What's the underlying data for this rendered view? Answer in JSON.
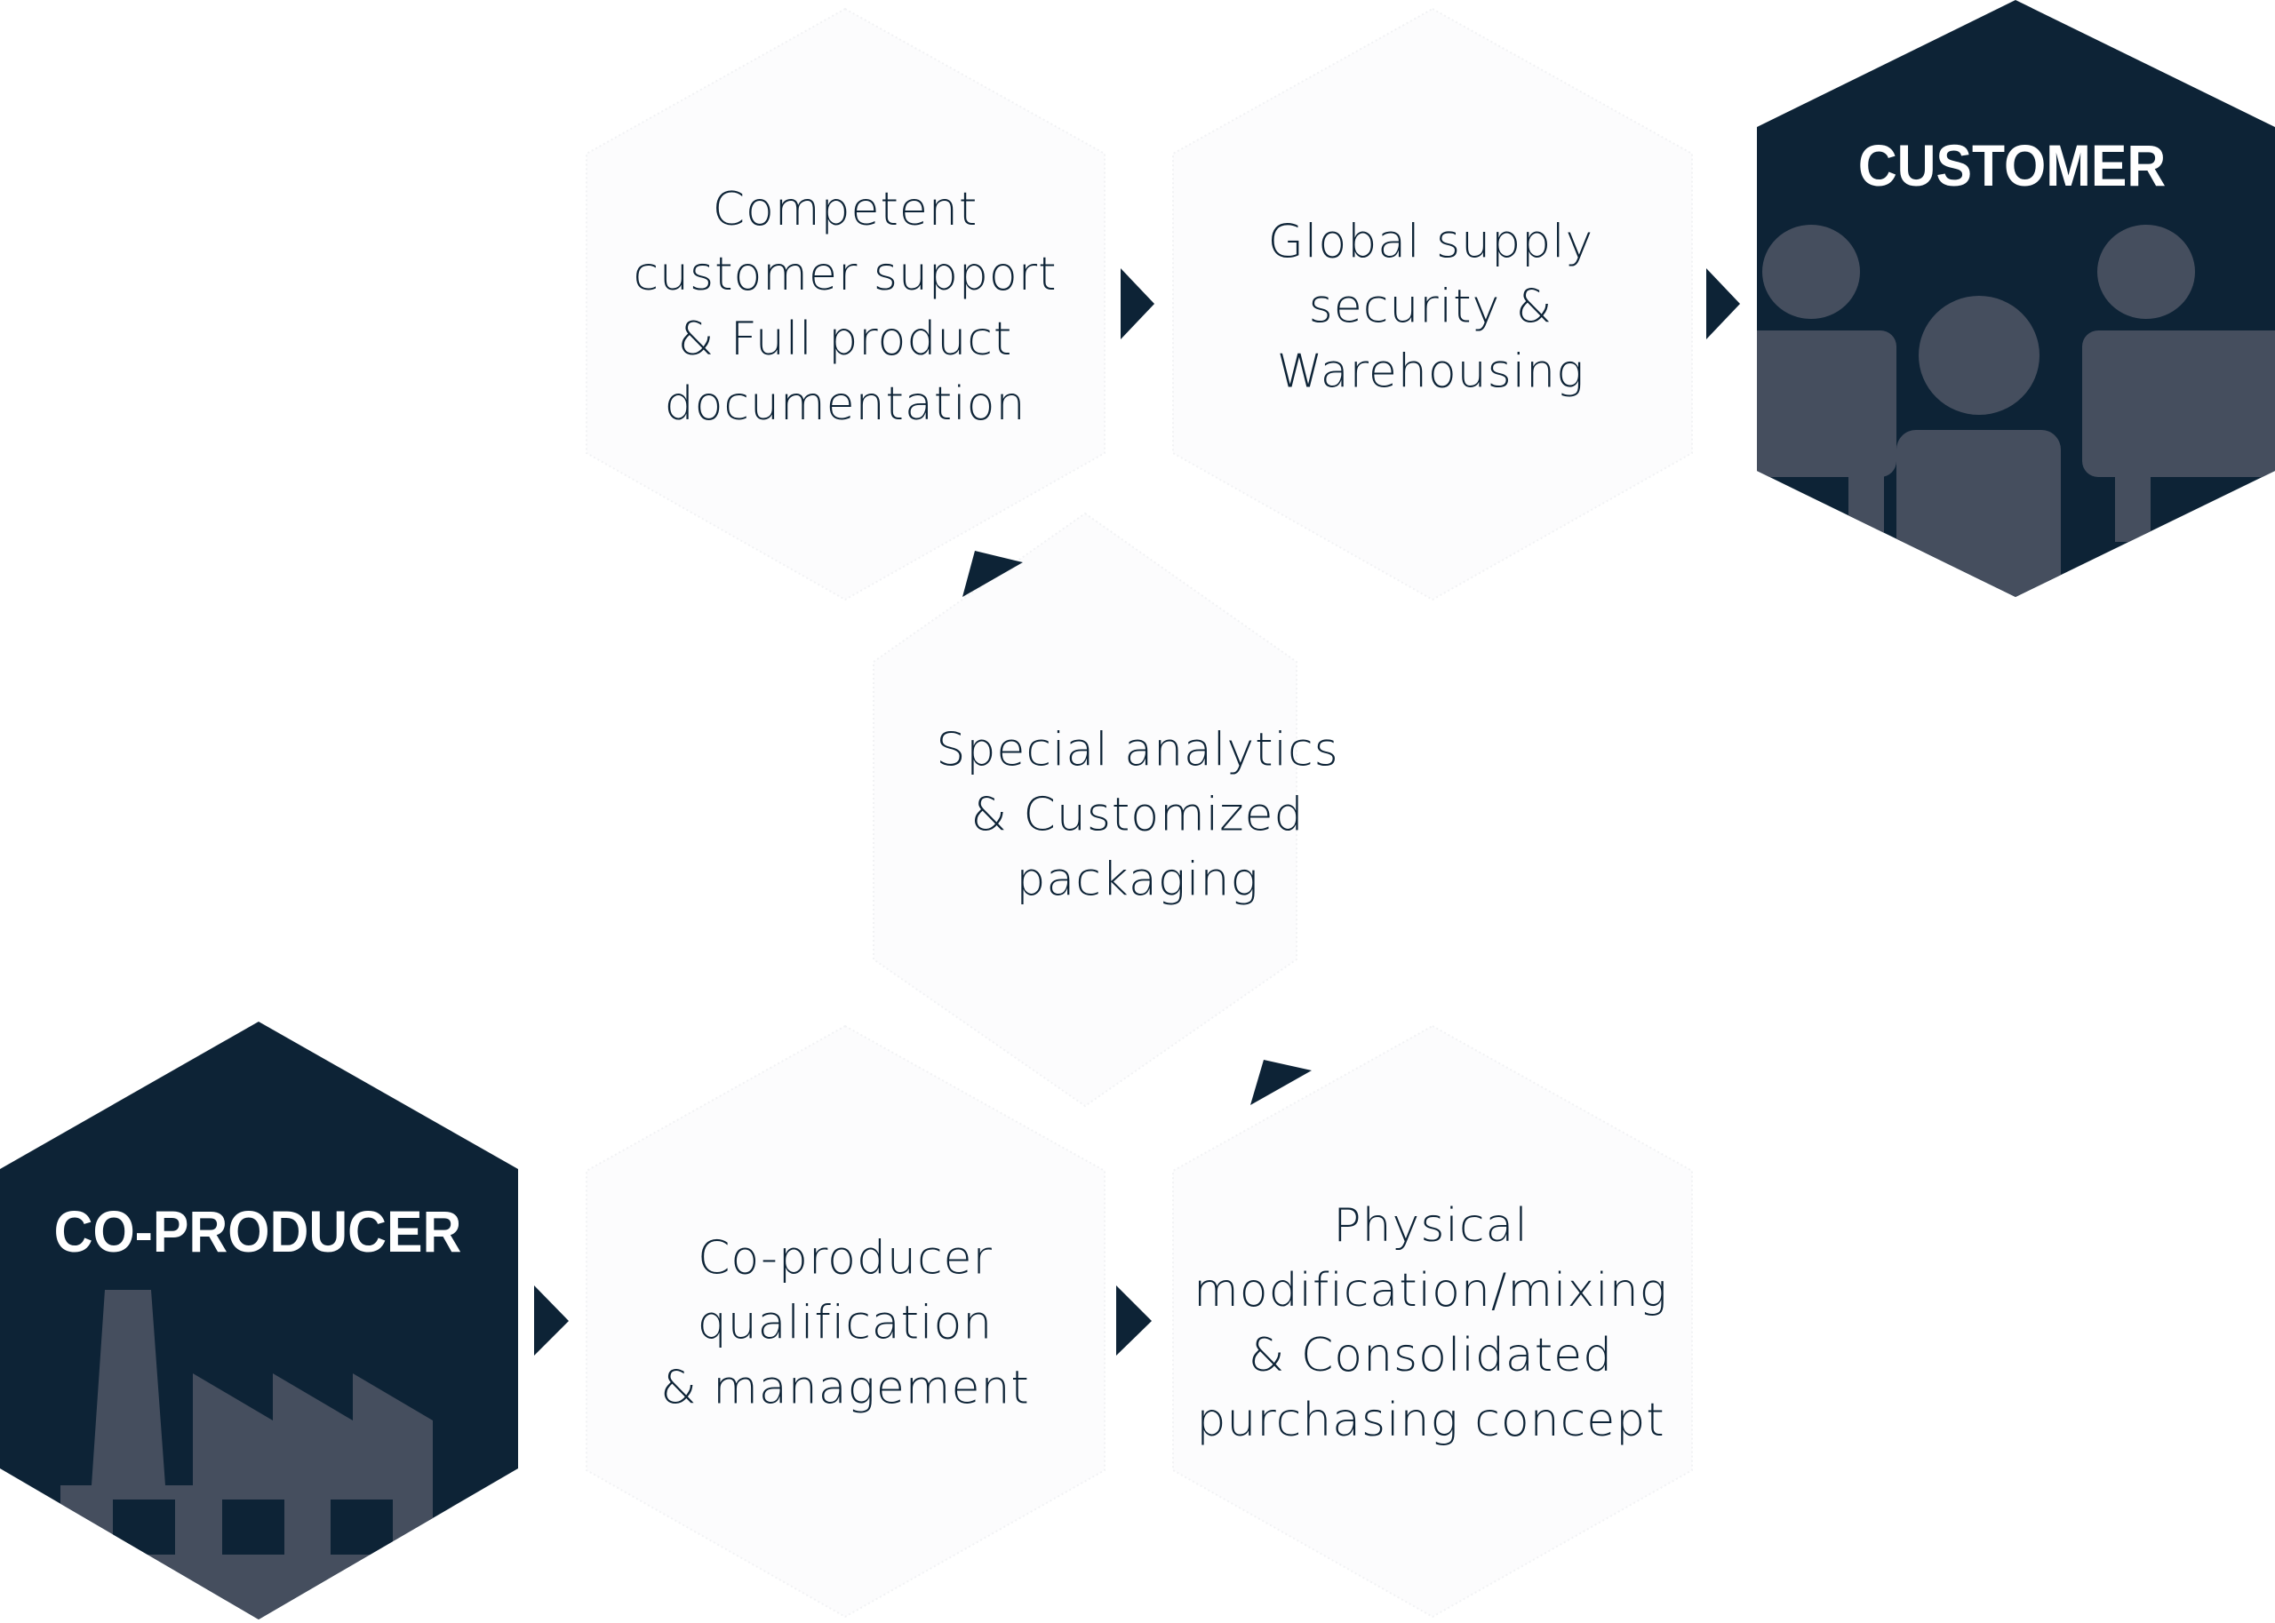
{
  "colors": {
    "dark": "#0d2336",
    "icon_fill": "#454e5e",
    "light_hex_fill": "#fcfcfd",
    "light_hex_edge": "#f1f2f4",
    "text": "#0d2336",
    "title_text": "#ffffff"
  },
  "endpoints": {
    "customer": {
      "title": "CUSTOMER",
      "icon": "people-group-icon"
    },
    "co_producer": {
      "title": "CO-PRODUCER",
      "icon": "factory-icon"
    }
  },
  "steps": [
    {
      "id": "coproducer-qualification",
      "lines": [
        "Co-producer",
        "qualification",
        "& management"
      ]
    },
    {
      "id": "physical-modification",
      "lines": [
        "Physical",
        "modification/mixing",
        "& Consolidated",
        "purchasing concept"
      ]
    },
    {
      "id": "special-analytics",
      "lines": [
        "Special analytics",
        "& Customized",
        "packaging"
      ]
    },
    {
      "id": "customer-support",
      "lines": [
        "Competent",
        "customer support",
        "& Full product",
        "documentation"
      ]
    },
    {
      "id": "global-supply",
      "lines": [
        "Global supply",
        "security &",
        "Warehousing"
      ]
    }
  ],
  "flow": [
    "CO-PRODUCER",
    "Co-producer qualification & management",
    "Physical modification/mixing & Consolidated purchasing concept",
    "Special analytics & Customized packaging",
    "Competent customer support & Full product documentation",
    "Global supply security & Warehousing",
    "CUSTOMER"
  ]
}
